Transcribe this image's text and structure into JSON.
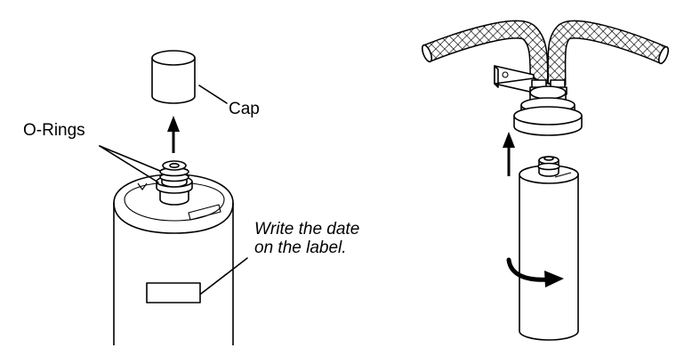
{
  "labels": {
    "cap": "Cap",
    "o_rings": "O-Rings",
    "date_note_line1": "Write the date",
    "date_note_line2": "on the label."
  },
  "colors": {
    "line": "#000000",
    "background": "#ffffff",
    "arrow": "#000000"
  },
  "icons": [
    "up-arrow-icon",
    "rotate-arrow-icon"
  ]
}
